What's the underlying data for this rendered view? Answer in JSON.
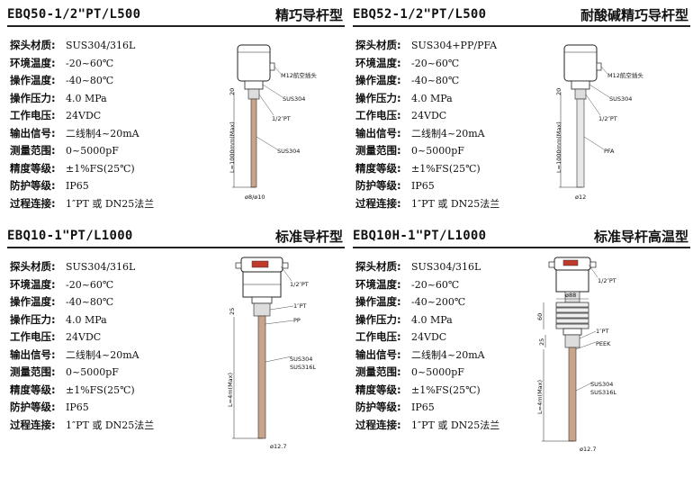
{
  "panels": [
    {
      "model": "EBQ50-1/2\"PT/L500",
      "kind": "精巧导杆型",
      "specs": [
        {
          "label": "探头材质:",
          "value": "SUS304/316L"
        },
        {
          "label": "环境温度:",
          "value": "-20~60℃"
        },
        {
          "label": "操作温度:",
          "value": "-40~80℃"
        },
        {
          "label": "操作压力:",
          "value": "4.0 MPa"
        },
        {
          "label": "工作电压:",
          "value": "24VDC"
        },
        {
          "label": "输出信号:",
          "value": "二线制4~20mA"
        },
        {
          "label": "测量范围:",
          "value": "0~5000pF"
        },
        {
          "label": "精度等级:",
          "value": "±1%FS(25℃)"
        },
        {
          "label": "防护等级:",
          "value": "IP65"
        },
        {
          "label": "过程连接:",
          "value": "1″PT 或 DN25法兰"
        }
      ],
      "drawing": {
        "connector": "M12航空插头",
        "housing": "SUS304",
        "thread": "1/2″PT",
        "rod": "SUS304",
        "length": "L=1000mm(Max)",
        "height": "20",
        "diameter": "ø8/ø10"
      }
    },
    {
      "model": "EBQ52-1/2\"PT/L500",
      "kind": "耐酸碱精巧导杆型",
      "specs": [
        {
          "label": "探头材质:",
          "value": "SUS304+PP/PFA"
        },
        {
          "label": "环境温度:",
          "value": "-20~60℃"
        },
        {
          "label": "操作温度:",
          "value": "-40~80℃"
        },
        {
          "label": "操作压力:",
          "value": "4.0 MPa"
        },
        {
          "label": "工作电压:",
          "value": "24VDC"
        },
        {
          "label": "输出信号:",
          "value": "二线制4~20mA"
        },
        {
          "label": "测量范围:",
          "value": "0~5000pF"
        },
        {
          "label": "精度等级:",
          "value": "±1%FS(25℃)"
        },
        {
          "label": "防护等级:",
          "value": "IP65"
        },
        {
          "label": "过程连接:",
          "value": "1″PT 或 DN25法兰"
        }
      ],
      "drawing": {
        "connector": "M12航空插头",
        "housing": "SUS304",
        "thread": "1/2″PT",
        "rod": "PFA",
        "length": "L=1000mm(Max)",
        "height": "20",
        "diameter": "ø12"
      }
    },
    {
      "model": "EBQ10-1\"PT/L1000",
      "kind": "标准导杆型",
      "specs": [
        {
          "label": "探头材质:",
          "value": "SUS304/316L"
        },
        {
          "label": "环境温度:",
          "value": "-20~60℃"
        },
        {
          "label": "操作温度:",
          "value": "-40~80℃"
        },
        {
          "label": "操作压力:",
          "value": "4.0 MPa"
        },
        {
          "label": "工作电压:",
          "value": "24VDC"
        },
        {
          "label": "输出信号:",
          "value": "二线制4~20mA"
        },
        {
          "label": "测量范围:",
          "value": "0~5000pF"
        },
        {
          "label": "精度等级:",
          "value": "±1%FS(25℃)"
        },
        {
          "label": "防护等级:",
          "value": "IP65"
        },
        {
          "label": "过程连接:",
          "value": "1″PT 或 DN25法兰"
        }
      ],
      "drawing": {
        "top_thread": "1/2″PT",
        "thread": "1″PT",
        "insulation": "PP",
        "rod1": "SUS304",
        "rod2": "SUS316L",
        "length": "L=4m(Max)",
        "height": "25",
        "diameter": "ø12.7"
      }
    },
    {
      "model": "EBQ10H-1\"PT/L1000",
      "kind": "标准导杆高温型",
      "specs": [
        {
          "label": "探头材质:",
          "value": "SUS304/316L"
        },
        {
          "label": "环境温度:",
          "value": "-20~60℃"
        },
        {
          "label": "操作温度:",
          "value": "-40~200℃"
        },
        {
          "label": "操作压力:",
          "value": "4.0 MPa"
        },
        {
          "label": "工作电压:",
          "value": "24VDC"
        },
        {
          "label": "输出信号:",
          "value": "二线制4~20mA"
        },
        {
          "label": "测量范围:",
          "value": "0~5000pF"
        },
        {
          "label": "精度等级:",
          "value": "±1%FS(25℃)"
        },
        {
          "label": "防护等级:",
          "value": "IP65"
        },
        {
          "label": "过程连接:",
          "value": "1″PT 或 DN25法兰"
        }
      ],
      "drawing": {
        "top_thread": "1/2″PT",
        "fin_diameter": "ø88",
        "fin_height": "60",
        "thread": "1″PT",
        "insulation": "PEEK",
        "rod1": "SUS304",
        "rod2": "SUS316L",
        "length": "L=4m(Max)",
        "height": "25",
        "diameter": "ø12.7"
      }
    }
  ]
}
